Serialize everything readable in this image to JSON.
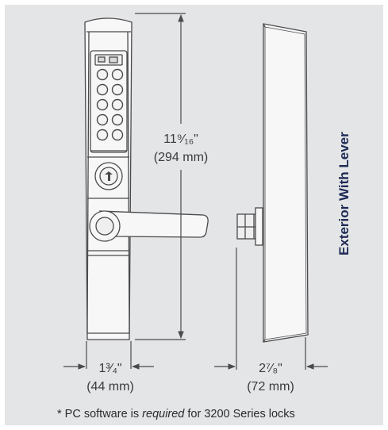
{
  "figure": {
    "side_label": "Exterior With Lever",
    "height_dim": {
      "imperial": "11⁹⁄₁₆\"",
      "metric": "(294 mm)"
    },
    "width_dim": {
      "imperial": "1³⁄₄\"",
      "metric": "(44 mm)"
    },
    "depth_dim": {
      "imperial": "2⁷⁄₈\"",
      "metric": "(72 mm)"
    },
    "footnote": {
      "before": "* PC software is ",
      "emphasis": "required",
      "after": " for 3200 Series locks"
    },
    "colors": {
      "background": "#e4e5e6",
      "line": "#4a4a4c",
      "body_fill": "#f7f7f7",
      "label_text": "#1f2a56"
    }
  }
}
